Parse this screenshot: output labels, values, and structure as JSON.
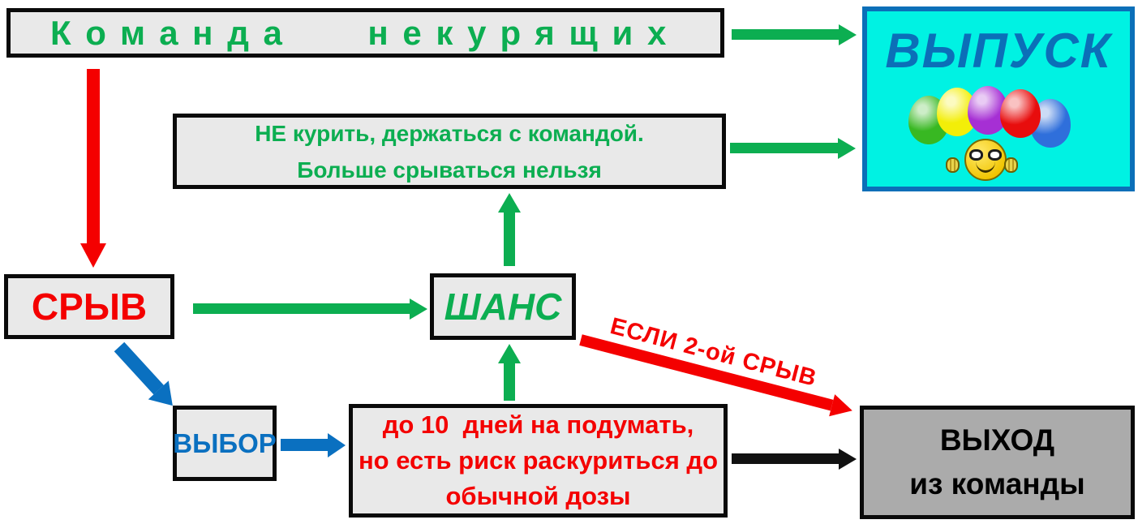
{
  "nodes": {
    "team": {
      "label": "Команда   некурящих"
    },
    "graduation": {
      "label": "ВЫПУСК"
    },
    "rule": {
      "lines": [
        "НЕ курить, держаться с командой.",
        "Больше срываться нельзя"
      ]
    },
    "relapse": {
      "label": "СРЫВ"
    },
    "chance": {
      "label": "ШАНС"
    },
    "choice": {
      "label": "ВЫБОР"
    },
    "think": {
      "lines": [
        "до 10  дней на подумать,",
        "но есть риск раскуриться до",
        "обычной дозы"
      ]
    },
    "exit": {
      "lines": [
        "ВЫХОД",
        "из команды"
      ]
    }
  },
  "edges": {
    "if_second_relapse": "ЕСЛИ 2-ой СРЫВ"
  },
  "icons": {
    "balloons": [
      "#38b822",
      "#f3ee08",
      "#a62fd4",
      "#e80d0d",
      "#2f6fdb"
    ],
    "smiley": "applause-smiley-icon"
  },
  "colors": {
    "green": "#0cae51",
    "red": "#f40000",
    "blue": "#0a70c0",
    "black": "#111111",
    "node_fill": "#e9e9e9",
    "exit_fill": "#ababab",
    "graduation_fill": "#00f2e3",
    "graduation_border": "#0b6fb8"
  }
}
